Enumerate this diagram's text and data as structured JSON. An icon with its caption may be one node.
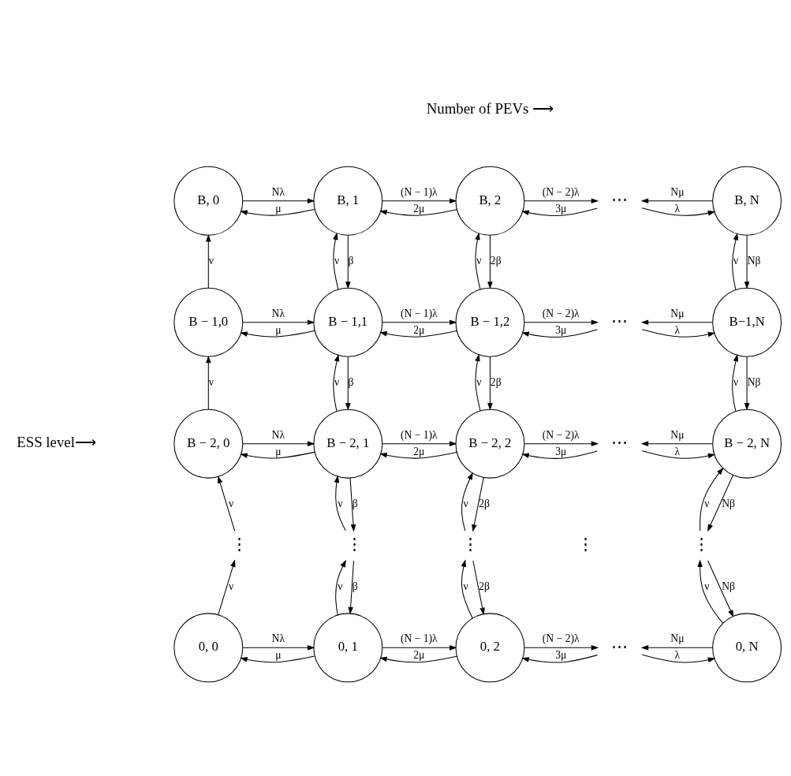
{
  "diagram": {
    "nodes": [
      {
        "text": [
          "B, 0"
        ]
      },
      {
        "text": [
          "B, 1"
        ]
      },
      {
        "text": [
          "B, 2"
        ]
      },
      {
        "text": [
          "⋯"
        ]
      },
      {
        "text": [
          "B, N"
        ]
      },
      {
        "text": [
          "B − 1,0"
        ]
      },
      {
        "text": [
          "B − 1,1"
        ]
      },
      {
        "text": [
          "B − 1,2"
        ]
      },
      {
        "text": [
          "⋯"
        ]
      },
      {
        "text": [
          "B−1,N"
        ]
      },
      {
        "text": [
          "B − 2, 0"
        ]
      },
      {
        "text": [
          "B − 2, 1"
        ]
      },
      {
        "text": [
          "B − 2, 2"
        ]
      },
      {
        "text": [
          "⋯"
        ]
      },
      {
        "text": [
          "B − 2, N"
        ]
      },
      {
        "text": [
          "⋮"
        ]
      },
      {
        "text": [
          "⋮"
        ]
      },
      {
        "text": [
          "⋮"
        ]
      },
      {
        "text": [
          "⋮"
        ]
      },
      {
        "text": [
          "0, 0"
        ]
      },
      {
        "text": [
          "0, 1"
        ]
      },
      {
        "text": [
          "0, 2"
        ]
      },
      {
        "text": [
          "⋯"
        ]
      },
      {
        "text": [
          "0, N"
        ]
      }
    ],
    "edges": [
      {
        "from": 0,
        "to": 1,
        "arrow": "to",
        "label": "Nλ"
      },
      {
        "from": 1,
        "to": 0,
        "arrow": "to",
        "label": "μ"
      },
      {
        "from": 1,
        "to": 2,
        "arrow": "to",
        "label": "(N − 1)λ"
      },
      {
        "from": 2,
        "to": 1,
        "arrow": "to",
        "label": "2μ"
      },
      {
        "from": 2,
        "to": 3,
        "arrow": "to",
        "label": "(N − 2)λ"
      },
      {
        "from": 3,
        "to": 2,
        "arrow": "to",
        "label": "3μ"
      },
      {
        "from": 3,
        "to": 4,
        "arrow": "to",
        "label": "λ"
      },
      {
        "from": 4,
        "to": 3,
        "arrow": "to",
        "label": "Nμ"
      },
      {
        "from": 5,
        "to": 0,
        "arrow": "to",
        "label": "ν"
      },
      {
        "from": 1,
        "to": 6,
        "arrow": "to",
        "label": "β"
      },
      {
        "from": 6,
        "to": 1,
        "arrow": "to",
        "label": "ν"
      },
      {
        "from": 2,
        "to": 7,
        "arrow": "to",
        "label": "2β"
      },
      {
        "from": 7,
        "to": 2,
        "arrow": "to",
        "label": "ν"
      },
      {
        "from": 4,
        "to": 9,
        "arrow": "to",
        "label": "Nβ"
      },
      {
        "from": 9,
        "to": 4,
        "arrow": "to",
        "label": "ν"
      },
      {
        "from": 5,
        "to": 6,
        "arrow": "to",
        "label": "Nλ"
      },
      {
        "from": 6,
        "to": 5,
        "arrow": "to",
        "label": "μ"
      },
      {
        "from": 6,
        "to": 7,
        "arrow": "to",
        "label": "(N − 1)λ"
      },
      {
        "from": 7,
        "to": 6,
        "arrow": "to",
        "label": "2μ"
      },
      {
        "from": 7,
        "to": 8,
        "arrow": "to",
        "label": "(N − 2)λ"
      },
      {
        "from": 8,
        "to": 7,
        "arrow": "to",
        "label": "3μ"
      },
      {
        "from": 8,
        "to": 9,
        "arrow": "to",
        "label": "λ"
      },
      {
        "from": 9,
        "to": 8,
        "arrow": "to",
        "label": "Nμ"
      },
      {
        "from": 10,
        "to": 5,
        "arrow": "to",
        "label": "ν"
      },
      {
        "from": 6,
        "to": 11,
        "arrow": "to",
        "label": "β"
      },
      {
        "from": 11,
        "to": 6,
        "arrow": "to",
        "label": "ν"
      },
      {
        "from": 7,
        "to": 12,
        "arrow": "to",
        "label": "2β"
      },
      {
        "from": 12,
        "to": 7,
        "arrow": "to",
        "label": "ν"
      },
      {
        "from": 9,
        "to": 14,
        "arrow": "to",
        "label": "Nβ"
      },
      {
        "from": 14,
        "to": 9,
        "arrow": "to",
        "label": "ν"
      },
      {
        "from": 10,
        "to": 11,
        "arrow": "to",
        "label": "Nλ"
      },
      {
        "from": 11,
        "to": 10,
        "arrow": "to",
        "label": "μ"
      },
      {
        "from": 11,
        "to": 12,
        "arrow": "to",
        "label": "(N − 1)λ"
      },
      {
        "from": 12,
        "to": 11,
        "arrow": "to",
        "label": "2μ"
      },
      {
        "from": 12,
        "to": 13,
        "arrow": "to",
        "label": "(N − 2)λ"
      },
      {
        "from": 13,
        "to": 12,
        "arrow": "to",
        "label": "3μ"
      },
      {
        "from": 13,
        "to": 14,
        "arrow": "to",
        "label": "λ"
      },
      {
        "from": 14,
        "to": 13,
        "arrow": "to",
        "label": "Nμ"
      },
      {
        "from": 15,
        "to": 10,
        "arrow": "to",
        "label": "ν"
      },
      {
        "from": 11,
        "to": 16,
        "arrow": "to",
        "label": "β"
      },
      {
        "from": 16,
        "to": 11,
        "arrow": "to",
        "label": "ν"
      },
      {
        "from": 12,
        "to": 17,
        "arrow": "to",
        "label": "2β"
      },
      {
        "from": 17,
        "to": 12,
        "arrow": "to",
        "label": "ν"
      },
      {
        "from": 14,
        "to": 18,
        "arrow": "to",
        "label": "Nβ"
      },
      {
        "from": 18,
        "to": 14,
        "arrow": "to",
        "label": "ν"
      },
      {
        "from": 19,
        "to": 15,
        "arrow": "to",
        "label": "ν"
      },
      {
        "from": 16,
        "to": 20,
        "arrow": "to",
        "label": "β"
      },
      {
        "from": 20,
        "to": 16,
        "arrow": "to",
        "label": "ν"
      },
      {
        "from": 17,
        "to": 21,
        "arrow": "to",
        "label": "2β"
      },
      {
        "from": 21,
        "to": 17,
        "arrow": "to",
        "label": "ν"
      },
      {
        "from": 18,
        "to": 23,
        "arrow": "to",
        "label": "Nβ"
      },
      {
        "from": 23,
        "to": 18,
        "arrow": "to",
        "label": "ν"
      },
      {
        "from": 19,
        "to": 20,
        "arrow": "to",
        "label": "Nλ"
      },
      {
        "from": 20,
        "to": 19,
        "arrow": "to",
        "label": "μ"
      },
      {
        "from": 20,
        "to": 21,
        "arrow": "to",
        "label": "(N − 1)λ"
      },
      {
        "from": 21,
        "to": 20,
        "arrow": "to",
        "label": "2μ"
      },
      {
        "from": 21,
        "to": 22,
        "arrow": "to",
        "label": "(N − 2)λ"
      },
      {
        "from": 22,
        "to": 21,
        "arrow": "to",
        "label": "3μ"
      },
      {
        "from": 22,
        "to": 23,
        "arrow": "to",
        "label": "λ"
      },
      {
        "from": 23,
        "to": 22,
        "arrow": "to",
        "label": "Nμ"
      }
    ],
    "labels": [
      "Number of PEVs ⟶",
      "ESS level⟶",
      "⋮"
    ]
  }
}
